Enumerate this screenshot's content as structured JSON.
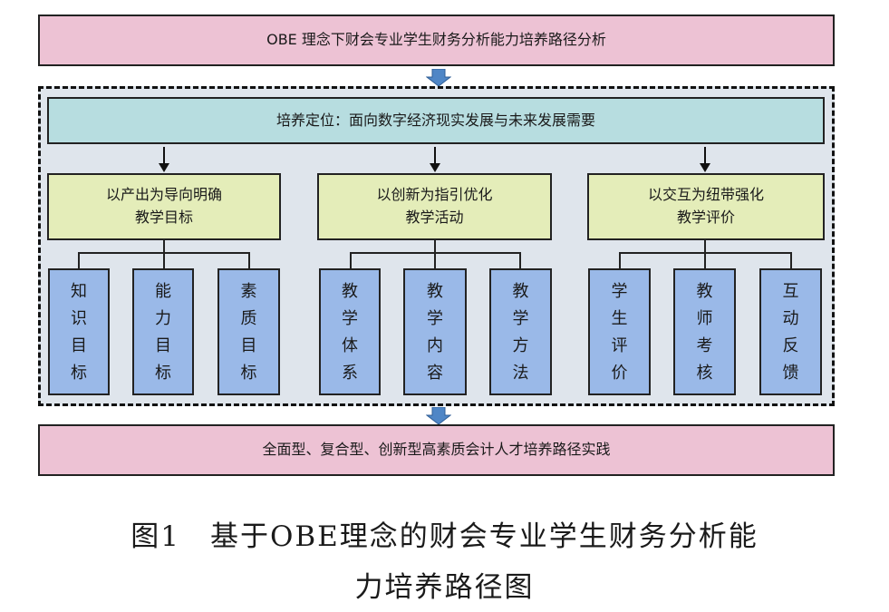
{
  "top_box": "OBE 理念下财会专业学生财务分析能力培养路径分析",
  "positioning": "培养定位：面向数字经济现实发展与未来发展需要",
  "branches": [
    {
      "line1": "以产出为导向明确",
      "line2": "教学目标",
      "leaves": [
        "知识目标",
        "能力目标",
        "素质目标"
      ]
    },
    {
      "line1": "以创新为指引优化",
      "line2": "教学活动",
      "leaves": [
        "教学体系",
        "教学内容",
        "教学方法"
      ]
    },
    {
      "line1": "以交互为纽带强化",
      "line2": "教学评价",
      "leaves": [
        "学生评价",
        "教师考核",
        "互动反馈"
      ]
    }
  ],
  "bottom_box": "全面型、复合型、创新型高素质会计人才培养路径实践",
  "caption": {
    "line1": "图1　基于OBE理念的财会专业学生财务分析能",
    "line2": "力培养路径图"
  },
  "colors": {
    "pink": "#edc2d4",
    "teal": "#b7dde0",
    "green": "#e4edb9",
    "blue": "#9ab9e8",
    "arrow": "#4f86c6"
  }
}
